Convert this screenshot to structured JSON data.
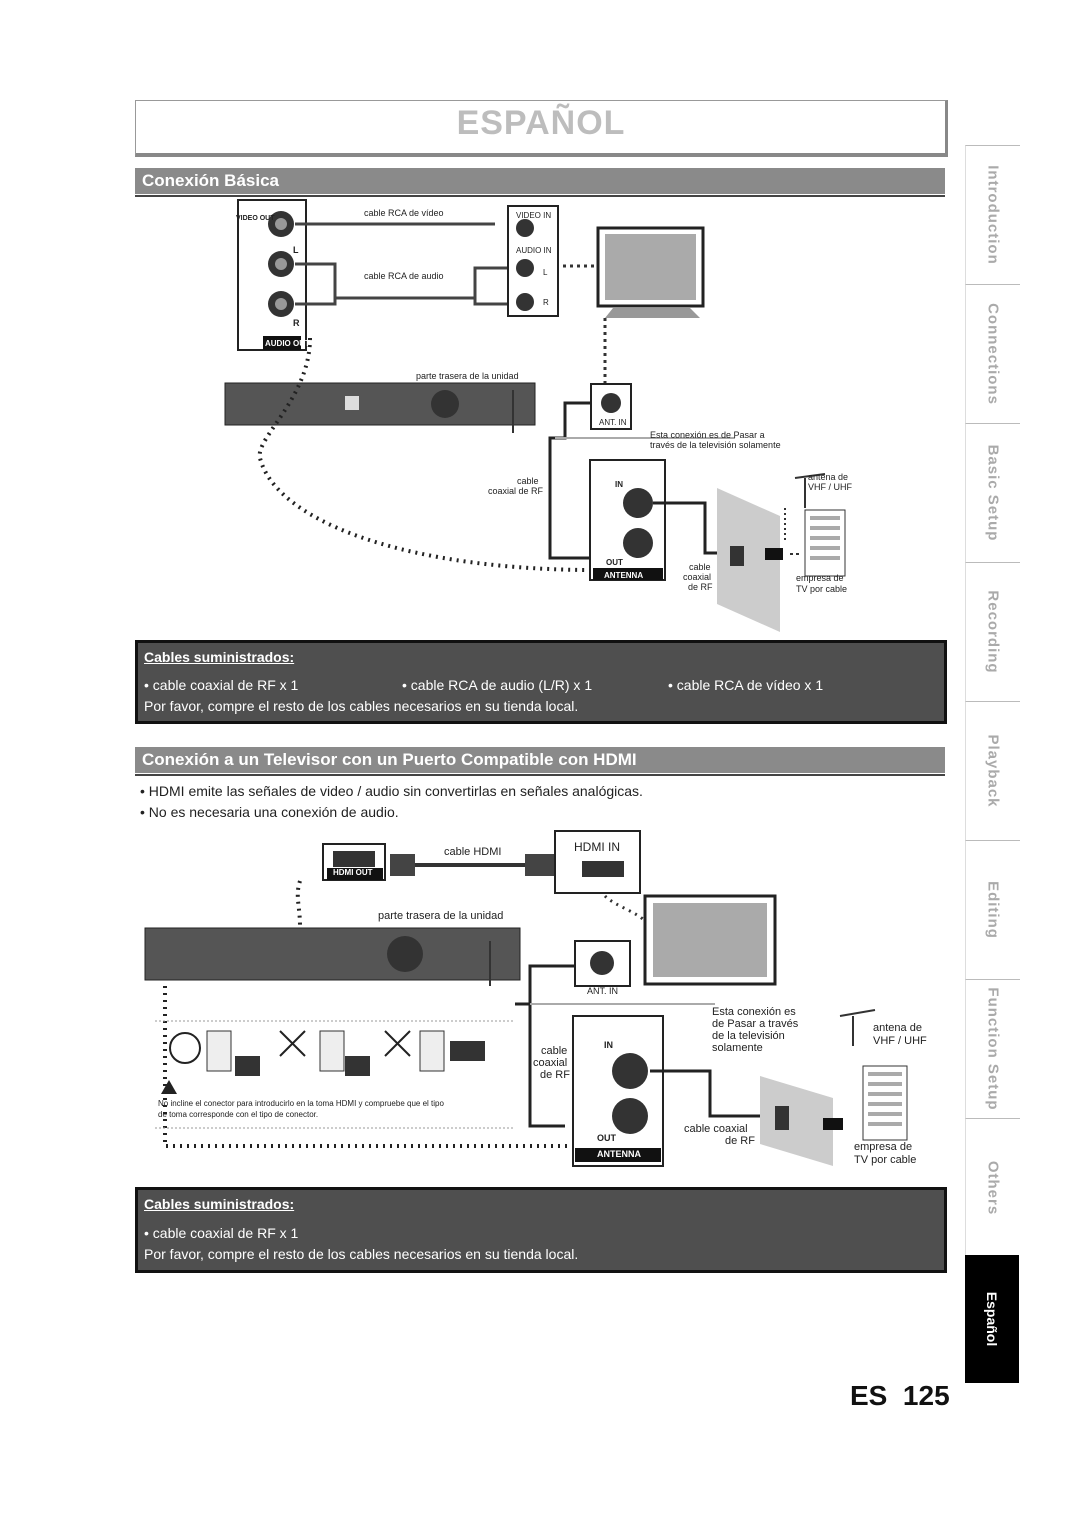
{
  "page_title": "ESPAÑOL",
  "section1": {
    "heading": "Conexión Básica",
    "labels": {
      "video_out": "VIDEO OUT",
      "L": "L",
      "R": "R",
      "audio_out": "AUDIO OUT",
      "cable_rca_video": "cable RCA de vídeo",
      "cable_rca_audio": "cable RCA de audio",
      "video_in": "VIDEO IN",
      "audio_in": "AUDIO IN",
      "L_in": "L",
      "R_in": "R",
      "rear_unit": "parte trasera de la unidad",
      "ant_in": "ANT. IN",
      "pass_through": "Esta conexión es de Pasar a",
      "pass_through2": "través de la televisión solamente",
      "cable_rf1": "cable",
      "cable_rf2": "coaxial de RF",
      "in": "IN",
      "out": "OUT",
      "antenna": "ANTENNA",
      "cable_coax1": "cable",
      "cable_coax2": "coaxial",
      "cable_coax3": "de RF",
      "ant_vhf1": "antena de",
      "ant_vhf2": "VHF / UHF",
      "tv_company1": "empresa de",
      "tv_company2": "TV por cable"
    },
    "supplied": {
      "heading": "Cables suministrados:",
      "item1": "• cable coaxial de RF x 1",
      "item2": "• cable RCA de audio (L/R) x 1",
      "item3": "• cable RCA de vídeo x 1",
      "note": "Por favor, compre el resto de los cables necesarios en su tienda local."
    }
  },
  "section2": {
    "heading": "Conexión a un Televisor con un Puerto Compatible con HDMI",
    "bullet1": "• HDMI emite las señales de video / audio sin convertirlas en señales analógicas.",
    "bullet2": "• No es necesaria una conexión de audio.",
    "labels": {
      "cable_hdmi": "cable HDMI",
      "hdmi_in": "HDMI IN",
      "hdmi_out": "HDMI OUT",
      "rear_unit": "parte trasera de la unidad",
      "ant_in": "ANT. IN",
      "pass1": "Esta conexión es",
      "pass2": "de Pasar a través",
      "pass3": "de la televisión",
      "pass4": "solamente",
      "ant1": "antena de",
      "ant2": "VHF / UHF",
      "cable1": "cable",
      "cable2": "coaxial",
      "cable3": "de RF",
      "in": "IN",
      "out": "OUT",
      "antenna": "ANTENNA",
      "coax1": "cable coaxial",
      "coax2": "de RF",
      "company1": "empresa de",
      "company2": "TV por cable",
      "warning1": "No incline el conector para introducirlo en la toma HDMI y compruebe que el tipo",
      "warning2": "de toma corresponde con el tipo de conector."
    },
    "supplied": {
      "heading": "Cables suministrados:",
      "item1": "• cable coaxial de RF x 1",
      "note": "Por favor, compre el resto de los cables necesarios en su tienda local."
    }
  },
  "tabs": [
    "Introduction",
    "Connections",
    "Basic Setup",
    "Recording",
    "Playback",
    "Editing",
    "Function Setup",
    "Others"
  ],
  "active_tab": "Español",
  "page_number": {
    "lang": "ES",
    "num": "125"
  }
}
